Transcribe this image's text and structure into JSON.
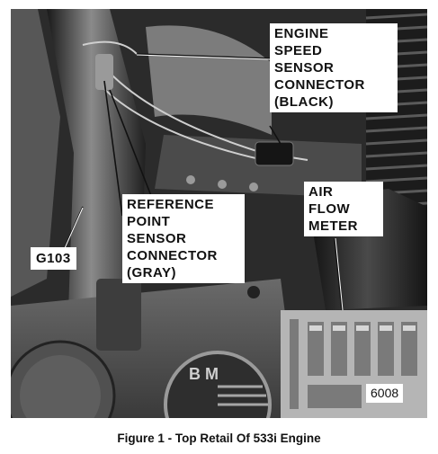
{
  "figure": {
    "caption": "Figure 1 - Top Retail Of 533i Engine",
    "photo_code": "6008",
    "callouts": {
      "engine_speed": "ENGINE\nSPEED\nSENSOR\nCONNECTOR\n(BLACK)",
      "reference_point": "REFERENCE\nPOINT\nSENSOR\nCONNECTOR\n(GRAY)",
      "air_flow": "AIR\nFLOW\nMETER",
      "ground": "G103"
    },
    "emblem_letters": "B M"
  }
}
